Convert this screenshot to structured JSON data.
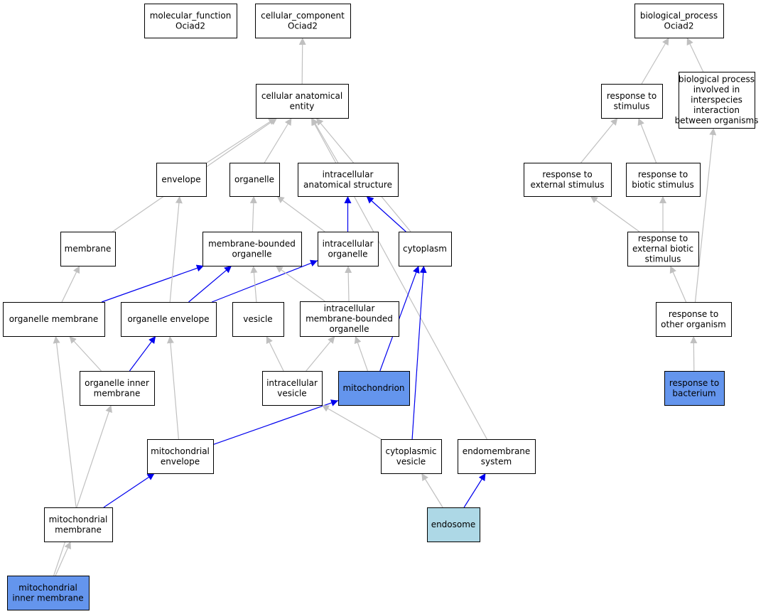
{
  "colors": {
    "edge_default": "#c0c0c0",
    "edge_highlight": "#0000ee",
    "node_default": "#ffffff",
    "node_annotated": "#6495ed",
    "node_light": "#add8e6"
  },
  "nodes": [
    {
      "id": "molecular_function",
      "lines": [
        "molecular_function",
        "Ociad2"
      ],
      "fill": "white"
    },
    {
      "id": "cellular_component",
      "lines": [
        "cellular_component",
        "Ociad2"
      ],
      "fill": "white"
    },
    {
      "id": "biological_process",
      "lines": [
        "biological_process",
        "Ociad2"
      ],
      "fill": "white"
    },
    {
      "id": "cellular_anatomical_entity",
      "lines": [
        "cellular anatomical",
        "entity"
      ],
      "fill": "white"
    },
    {
      "id": "response_to_stimulus",
      "lines": [
        "response to",
        "stimulus"
      ],
      "fill": "white"
    },
    {
      "id": "interspecies_interaction",
      "lines": [
        "biological process",
        "involved in",
        "interspecies",
        "interaction",
        "between organisms"
      ],
      "fill": "white"
    },
    {
      "id": "envelope",
      "lines": [
        "envelope"
      ],
      "fill": "white"
    },
    {
      "id": "organelle",
      "lines": [
        "organelle"
      ],
      "fill": "white"
    },
    {
      "id": "intracellular_anatomical_structure",
      "lines": [
        "intracellular",
        "anatomical structure"
      ],
      "fill": "white"
    },
    {
      "id": "response_to_external_stimulus",
      "lines": [
        "response to",
        "external stimulus"
      ],
      "fill": "white"
    },
    {
      "id": "response_to_biotic_stimulus",
      "lines": [
        "response to",
        "biotic stimulus"
      ],
      "fill": "white"
    },
    {
      "id": "membrane",
      "lines": [
        "membrane"
      ],
      "fill": "white"
    },
    {
      "id": "membrane_bounded_organelle",
      "lines": [
        "membrane-bounded",
        "organelle"
      ],
      "fill": "white"
    },
    {
      "id": "intracellular_organelle",
      "lines": [
        "intracellular",
        "organelle"
      ],
      "fill": "white"
    },
    {
      "id": "cytoplasm",
      "lines": [
        "cytoplasm"
      ],
      "fill": "white"
    },
    {
      "id": "response_to_external_biotic_stimulus",
      "lines": [
        "response to",
        "external biotic",
        "stimulus"
      ],
      "fill": "white"
    },
    {
      "id": "organelle_membrane",
      "lines": [
        "organelle membrane"
      ],
      "fill": "white"
    },
    {
      "id": "organelle_envelope",
      "lines": [
        "organelle envelope"
      ],
      "fill": "white"
    },
    {
      "id": "vesicle",
      "lines": [
        "vesicle"
      ],
      "fill": "white"
    },
    {
      "id": "intracellular_membrane_bounded_organelle",
      "lines": [
        "intracellular",
        "membrane-bounded",
        "organelle"
      ],
      "fill": "white"
    },
    {
      "id": "response_to_other_organism",
      "lines": [
        "response to",
        "other organism"
      ],
      "fill": "white"
    },
    {
      "id": "organelle_inner_membrane",
      "lines": [
        "organelle inner",
        "membrane"
      ],
      "fill": "white"
    },
    {
      "id": "intracellular_vesicle",
      "lines": [
        "intracellular",
        "vesicle"
      ],
      "fill": "white"
    },
    {
      "id": "mitochondrion",
      "lines": [
        "mitochondrion"
      ],
      "fill": "annotated"
    },
    {
      "id": "response_to_bacterium",
      "lines": [
        "response to",
        "bacterium"
      ],
      "fill": "annotated"
    },
    {
      "id": "mitochondrial_envelope",
      "lines": [
        "mitochondrial",
        "envelope"
      ],
      "fill": "white"
    },
    {
      "id": "cytoplasmic_vesicle",
      "lines": [
        "cytoplasmic",
        "vesicle"
      ],
      "fill": "white"
    },
    {
      "id": "endomembrane_system",
      "lines": [
        "endomembrane",
        "system"
      ],
      "fill": "white"
    },
    {
      "id": "mitochondrial_membrane",
      "lines": [
        "mitochondrial",
        "membrane"
      ],
      "fill": "white"
    },
    {
      "id": "endosome",
      "lines": [
        "endosome"
      ],
      "fill": "light"
    },
    {
      "id": "mitochondrial_inner_membrane",
      "lines": [
        "mitochondrial",
        "inner membrane"
      ],
      "fill": "annotated"
    }
  ],
  "edges": [
    {
      "from": "cellular_anatomical_entity",
      "to": "cellular_component",
      "kind": "gray"
    },
    {
      "from": "envelope",
      "to": "cellular_anatomical_entity",
      "kind": "gray"
    },
    {
      "from": "organelle",
      "to": "cellular_anatomical_entity",
      "kind": "gray"
    },
    {
      "from": "intracellular_anatomical_structure",
      "to": "cellular_anatomical_entity",
      "kind": "gray"
    },
    {
      "from": "membrane",
      "to": "cellular_anatomical_entity",
      "kind": "gray"
    },
    {
      "from": "cytoplasm",
      "to": "cellular_anatomical_entity",
      "kind": "gray"
    },
    {
      "from": "endomembrane_system",
      "to": "cellular_anatomical_entity",
      "kind": "gray"
    },
    {
      "from": "membrane_bounded_organelle",
      "to": "organelle",
      "kind": "gray"
    },
    {
      "from": "intracellular_organelle",
      "to": "organelle",
      "kind": "gray"
    },
    {
      "from": "intracellular_organelle",
      "to": "intracellular_anatomical_structure",
      "kind": "blue"
    },
    {
      "from": "cytoplasm",
      "to": "intracellular_anatomical_structure",
      "kind": "blue"
    },
    {
      "from": "organelle_membrane",
      "to": "membrane",
      "kind": "gray"
    },
    {
      "from": "organelle_membrane",
      "to": "membrane_bounded_organelle",
      "kind": "blue"
    },
    {
      "from": "organelle_envelope",
      "to": "membrane_bounded_organelle",
      "kind": "blue"
    },
    {
      "from": "organelle_envelope",
      "to": "intracellular_organelle",
      "kind": "blue"
    },
    {
      "from": "organelle_envelope",
      "to": "envelope",
      "kind": "gray"
    },
    {
      "from": "vesicle",
      "to": "membrane_bounded_organelle",
      "kind": "gray"
    },
    {
      "from": "intracellular_membrane_bounded_organelle",
      "to": "membrane_bounded_organelle",
      "kind": "gray"
    },
    {
      "from": "intracellular_membrane_bounded_organelle",
      "to": "intracellular_organelle",
      "kind": "gray"
    },
    {
      "from": "organelle_inner_membrane",
      "to": "organelle_membrane",
      "kind": "gray"
    },
    {
      "from": "organelle_inner_membrane",
      "to": "organelle_envelope",
      "kind": "blue"
    },
    {
      "from": "intracellular_vesicle",
      "to": "vesicle",
      "kind": "gray"
    },
    {
      "from": "intracellular_vesicle",
      "to": "intracellular_membrane_bounded_organelle",
      "kind": "gray"
    },
    {
      "from": "mitochondrion",
      "to": "intracellular_membrane_bounded_organelle",
      "kind": "gray"
    },
    {
      "from": "mitochondrion",
      "to": "cytoplasm",
      "kind": "blue"
    },
    {
      "from": "mitochondrial_envelope",
      "to": "mitochondrion",
      "kind": "blue"
    },
    {
      "from": "mitochondrial_envelope",
      "to": "organelle_envelope",
      "kind": "gray"
    },
    {
      "from": "cytoplasmic_vesicle",
      "to": "intracellular_vesicle",
      "kind": "gray"
    },
    {
      "from": "cytoplasmic_vesicle",
      "to": "cytoplasm",
      "kind": "blue"
    },
    {
      "from": "mitochondrial_membrane",
      "to": "mitochondrial_envelope",
      "kind": "blue"
    },
    {
      "from": "mitochondrial_membrane",
      "to": "organelle_membrane",
      "kind": "gray"
    },
    {
      "from": "endosome",
      "to": "cytoplasmic_vesicle",
      "kind": "gray"
    },
    {
      "from": "endosome",
      "to": "endomembrane_system",
      "kind": "blue"
    },
    {
      "from": "mitochondrial_inner_membrane",
      "to": "mitochondrial_membrane",
      "kind": "gray"
    },
    {
      "from": "mitochondrial_inner_membrane",
      "to": "organelle_inner_membrane",
      "kind": "gray"
    },
    {
      "from": "response_to_stimulus",
      "to": "biological_process",
      "kind": "gray"
    },
    {
      "from": "interspecies_interaction",
      "to": "biological_process",
      "kind": "gray"
    },
    {
      "from": "response_to_external_stimulus",
      "to": "response_to_stimulus",
      "kind": "gray"
    },
    {
      "from": "response_to_biotic_stimulus",
      "to": "response_to_stimulus",
      "kind": "gray"
    },
    {
      "from": "response_to_external_biotic_stimulus",
      "to": "response_to_external_stimulus",
      "kind": "gray"
    },
    {
      "from": "response_to_external_biotic_stimulus",
      "to": "response_to_biotic_stimulus",
      "kind": "gray"
    },
    {
      "from": "response_to_other_organism",
      "to": "response_to_external_biotic_stimulus",
      "kind": "gray"
    },
    {
      "from": "response_to_other_organism",
      "to": "interspecies_interaction",
      "kind": "gray"
    },
    {
      "from": "response_to_bacterium",
      "to": "response_to_other_organism",
      "kind": "gray"
    }
  ]
}
